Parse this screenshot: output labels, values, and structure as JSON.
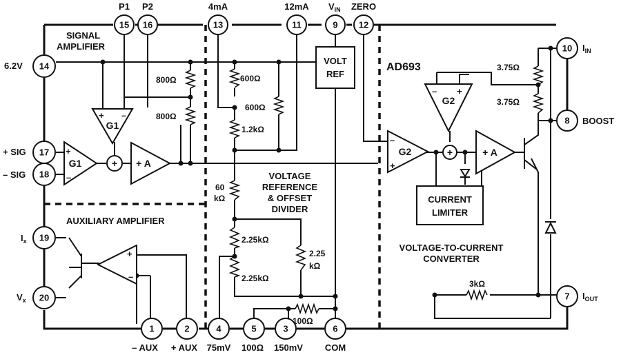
{
  "pins": {
    "p1": {
      "num": "1",
      "label": "– AUX"
    },
    "p2": {
      "num": "2",
      "label": "+ AUX"
    },
    "p3": {
      "num": "3",
      "label": "150mV"
    },
    "p4": {
      "num": "4",
      "label": "75mV"
    },
    "p5": {
      "num": "5",
      "label": "100Ω"
    },
    "p6": {
      "num": "6",
      "label": "COM"
    },
    "p7": {
      "num": "7",
      "label": "I",
      "label_sub": "OUT"
    },
    "p8": {
      "num": "8",
      "label": "BOOST"
    },
    "p9": {
      "num": "9",
      "label": "V",
      "label_sub": "IN"
    },
    "p10": {
      "num": "10",
      "label": "I",
      "label_sub": "IN"
    },
    "p11": {
      "num": "11",
      "label": "12mA"
    },
    "p12": {
      "num": "12",
      "label": "ZERO"
    },
    "p13": {
      "num": "13",
      "label": "4mA"
    },
    "p14": {
      "num": "14",
      "label": "6.2V"
    },
    "p15": {
      "num": "15",
      "label": "P1"
    },
    "p16": {
      "num": "16",
      "label": "P2"
    },
    "p17": {
      "num": "17",
      "label": "+ SIG"
    },
    "p18": {
      "num": "18",
      "label": "– SIG"
    },
    "p19": {
      "num": "19",
      "label": "I",
      "label_sub": "x"
    },
    "p20": {
      "num": "20",
      "label": "V",
      "label_sub": "x"
    }
  },
  "sections": {
    "signal_amplifier": [
      "SIGNAL",
      "AMPLIFIER"
    ],
    "auxiliary_amplifier": "AUXILIARY AMPLIFIER",
    "voltage_reference": [
      "VOLTAGE",
      "REFERENCE",
      "& OFFSET",
      "DIVIDER"
    ],
    "converter": [
      "VOLTAGE-TO-CURRENT",
      "CONVERTER"
    ],
    "part_number": "AD693"
  },
  "blocks": {
    "volt_ref": [
      "VOLT",
      "REF"
    ],
    "current_limiter": [
      "CURRENT",
      "LIMITER"
    ]
  },
  "amplifiers": {
    "g1_input": "G1",
    "g1_feedback": "G1",
    "a_signal": "+ A",
    "g2_input": "G2",
    "g2_feedback": "G2",
    "a_converter": "+ A"
  },
  "resistors": {
    "r800_top": "800Ω",
    "r800_bottom": "800Ω",
    "r600_a": "600Ω",
    "r600_b": "600Ω",
    "r1_2k": "1.2kΩ",
    "r60k": [
      "60",
      "kΩ"
    ],
    "r2_25k_a": "2.25kΩ",
    "r2_25k_b": "2.25kΩ",
    "r2_25k_c": [
      "2.25",
      "kΩ"
    ],
    "r100": "100Ω",
    "r3k": "3kΩ",
    "r3_75_a": "3.75Ω",
    "r3_75_b": "3.75Ω"
  }
}
